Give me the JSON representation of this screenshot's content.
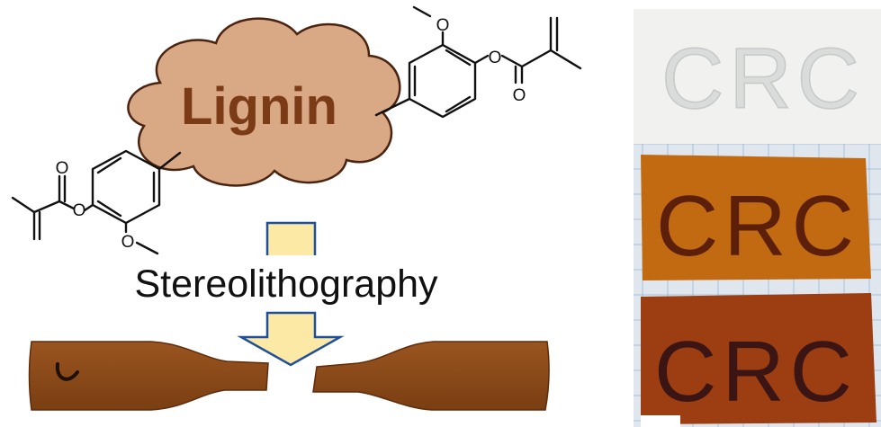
{
  "diagram": {
    "core_label": "Lignin",
    "process_label": "Stereolithography",
    "atoms": {
      "oxygen": "O"
    },
    "samples": [
      {
        "text": "CRC",
        "slab_color": "#f1f1ef",
        "text_color": "#d9dcda"
      },
      {
        "text": "CRC",
        "slab_color": "#c26a12",
        "text_color": "#5c1f0a"
      },
      {
        "text": "CRC",
        "slab_color": "#9c3e12",
        "text_color": "#3b1414"
      }
    ],
    "colors": {
      "cloud_fill": "#d9a884",
      "cloud_text": "#7a3b16",
      "arrow_fill": "#fde9a6",
      "arrow_stroke": "#1f4e9a",
      "dogbone": "#8a4a1a",
      "grid_background": "#dfe6ee",
      "grid_line": "#7fa7c9"
    }
  }
}
